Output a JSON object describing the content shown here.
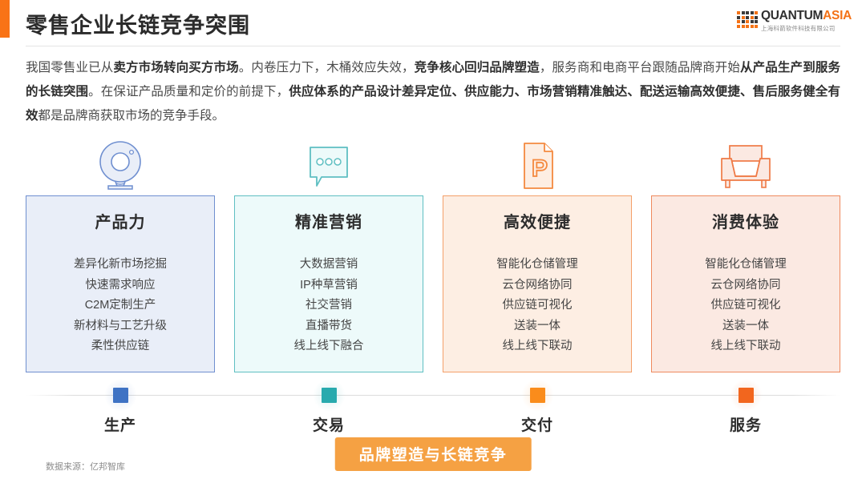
{
  "header": {
    "title": "零售企业长链竞争突围",
    "accent_color": "#f97316"
  },
  "logo": {
    "word_main": "QUANTUM",
    "word_accent": "ASIA",
    "subtitle": "上海科箭软件科技有限公司",
    "accent_color": "#f47216"
  },
  "lede": {
    "html": "我国零售业已从<b>卖方市场转向买方市场</b>。内卷压力下，木桶效应失效，<b>竞争核心回归品牌塑造</b>，服务商和电商平台跟随品牌商开始<b>从产品生产到服务的长链突围</b>。在保证产品质量和定价的前提下，<b>供应体系的产品设计差异定位、供应能力、市场营销精准触达、配送运输高效便捷、售后服务健全有效</b>都是品牌商获取市场的竞争手段。"
  },
  "cards": [
    {
      "icon": "webcam-icon",
      "title": "产品力",
      "items": [
        "差异化新市场挖掘",
        "快速需求响应",
        "C2M定制生产",
        "新材料与工艺升级",
        "柔性供应链"
      ],
      "border_color": "#6f8fd0",
      "fill_color": "#e9eef8"
    },
    {
      "icon": "speech-bubble-icon",
      "title": "精准营销",
      "items": [
        "大数据营销",
        "IP种草营销",
        "社交营销",
        "直播带货",
        "线上线下融合"
      ],
      "border_color": "#5fbfc2",
      "fill_color": "#edfafa"
    },
    {
      "icon": "document-p-icon",
      "title": "高效便捷",
      "items": [
        "智能化仓储管理",
        "云仓网络协同",
        "供应链可视化",
        "送装一体",
        "线上线下联动"
      ],
      "border_color": "#f4a06a",
      "fill_color": "#fdeee3"
    },
    {
      "icon": "armchair-icon",
      "title": "消费体验",
      "items": [
        "智能化仓储管理",
        "云仓网络协同",
        "供应链可视化",
        "送装一体",
        "线上线下联动"
      ],
      "border_color": "#ef8a5e",
      "fill_color": "#fbe9e2"
    }
  ],
  "timeline": [
    {
      "label": "生产",
      "color": "#3f73c4"
    },
    {
      "label": "交易",
      "color": "#29aaae"
    },
    {
      "label": "交付",
      "color": "#fa8c1b"
    },
    {
      "label": "服务",
      "color": "#f2661e"
    }
  ],
  "banner": {
    "label": "品牌塑造与长链竞争",
    "background_color": "#f5a143"
  },
  "source": {
    "label": "数据来源：亿邦智库"
  }
}
